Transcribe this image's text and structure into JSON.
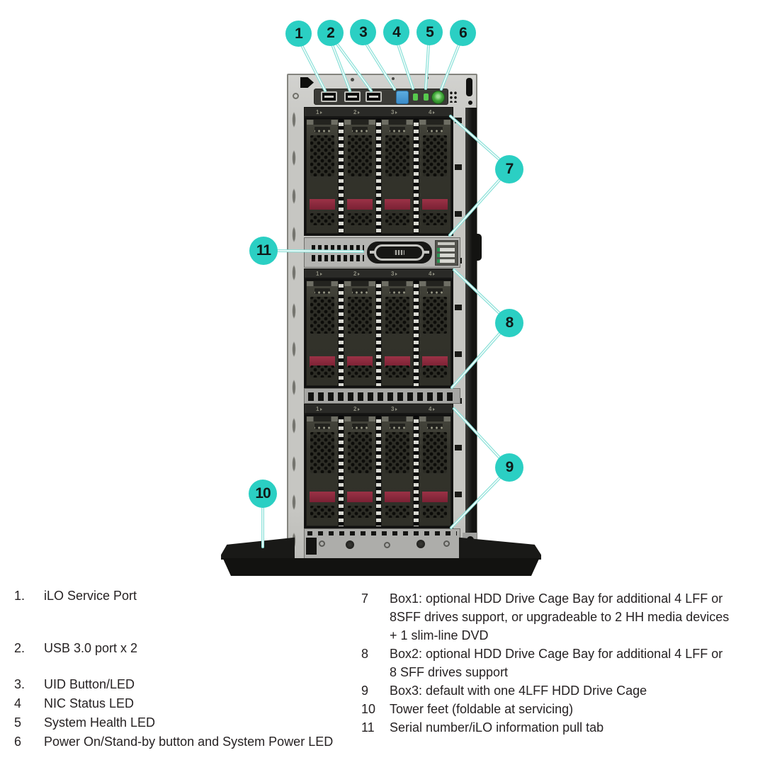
{
  "figure": {
    "callouts": [
      "1",
      "2",
      "3",
      "4",
      "5",
      "6",
      "7",
      "8",
      "9",
      "10",
      "11"
    ],
    "bay_labels": [
      "1",
      "2",
      "3",
      "4"
    ],
    "colors": {
      "callout_fill": "#2BCFC3",
      "leader_line": "#8FE2DA",
      "drive_latch_red": "#8A2A3C",
      "uid_button_blue": "#4B9FD8",
      "power_button_green": "#3FAE37",
      "status_led_green": "#57C84D"
    }
  },
  "legend": {
    "left": [
      {
        "num": "1.",
        "text": "iLO Service Port"
      },
      {
        "num": "2.",
        "text": "USB 3.0 port x 2"
      },
      {
        "num": "3.",
        "text": "UID Button/LED"
      },
      {
        "num": "4",
        "text": "NIC Status LED"
      },
      {
        "num": "5",
        "text": "System Health LED"
      },
      {
        "num": "6",
        "text": "Power On/Stand-by button and System Power LED"
      }
    ],
    "right": [
      {
        "num": "7",
        "text": "Box1: optional HDD Drive Cage Bay for additional 4 LFF or\n8SFF drives support, or upgradeable to 2 HH media devices\n+ 1 slim-line DVD"
      },
      {
        "num": "8",
        "text": "Box2: optional HDD Drive Cage Bay for additional 4 LFF or\n8 SFF drives support"
      },
      {
        "num": "9",
        "text": "Box3: default with one 4LFF HDD Drive Cage"
      },
      {
        "num": "10",
        "text": "Tower feet (foldable at servicing)"
      },
      {
        "num": "11",
        "text": "Serial number/iLO information pull tab"
      }
    ]
  }
}
